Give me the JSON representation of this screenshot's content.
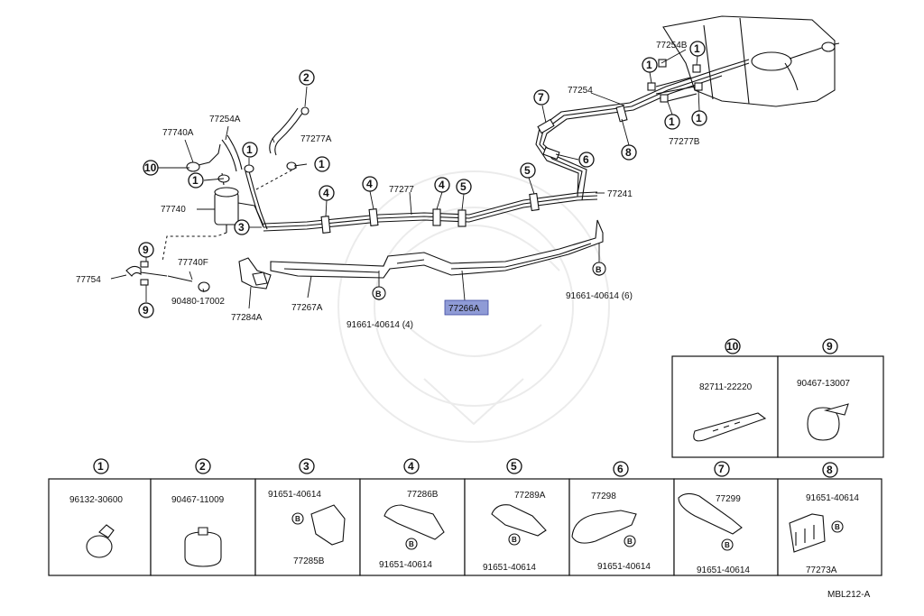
{
  "main_labels": {
    "p77740A": "77740A",
    "p77254A": "77254A",
    "p77277A": "77277A",
    "p77740": "77740",
    "p77740F": "77740F",
    "p77754": "77754",
    "p90480": "90480-17002",
    "p77284A": "77284A",
    "p77267A": "77267A",
    "p91661_4": "91661-40614 (4)",
    "p77266A": "77266A",
    "p91661_6": "91661-40614 (6)",
    "p77277": "77277",
    "p77241": "77241",
    "p77254": "77254",
    "p77254B": "77254B",
    "p77277B": "77277B"
  },
  "callouts": {
    "c1": "1",
    "c2": "2",
    "c3": "3",
    "c4": "4",
    "c5": "5",
    "c6": "6",
    "c7": "7",
    "c8": "8",
    "c9": "9",
    "c10": "10",
    "b": "B"
  },
  "detail_boxes": [
    {
      "key": "1",
      "part": "96132-30600"
    },
    {
      "key": "2",
      "part": "90467-11009"
    },
    {
      "key": "3",
      "part_top": "91651-40614",
      "part_bottom": "77285B"
    },
    {
      "key": "4",
      "part_top": "77286B",
      "part_bottom": "91651-40614"
    },
    {
      "key": "5",
      "part_top": "77289A",
      "part_bottom": "91651-40614"
    },
    {
      "key": "6",
      "part_top": "77298",
      "part_bottom": "91651-40614"
    },
    {
      "key": "7",
      "part_top": "77299",
      "part_bottom": "91651-40614"
    },
    {
      "key": "8",
      "part_top": "91651-40614",
      "part_bottom": "77273A"
    },
    {
      "key": "10",
      "part": "82711-22220"
    },
    {
      "key": "9",
      "part": "90467-13007"
    }
  ],
  "diagram_code": "MBL212-A",
  "colors": {
    "highlight": "#8f9bd6",
    "line": "#111111"
  }
}
